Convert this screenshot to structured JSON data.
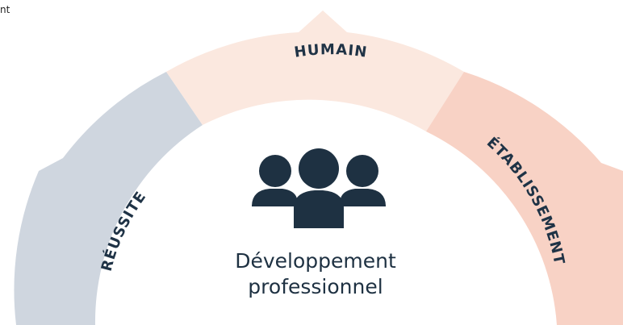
{
  "fragment": {
    "text": "nt"
  },
  "arc": {
    "segments": [
      {
        "label": "RÉUSSITE",
        "color": "#cfd6df"
      },
      {
        "label": "HUMAIN",
        "color": "#fbe8df"
      },
      {
        "label": "ÉTABLISSEMENT",
        "color": "#f8d2c5"
      }
    ],
    "label_color": "#1f3346"
  },
  "center": {
    "icon": "people-group-icon",
    "icon_color": "#1e3142",
    "caption_line1": "Développement",
    "caption_line2": "professionnel"
  }
}
